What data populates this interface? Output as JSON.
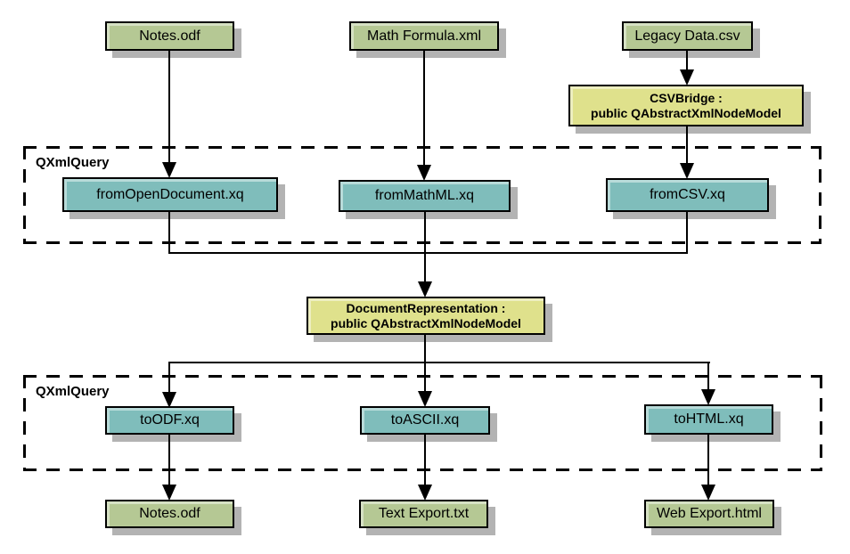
{
  "diagram": {
    "colors": {
      "file_fill": "#b5c894",
      "query_fill": "#7fbdbb",
      "class_fill": "#dfe18c",
      "shadow": "#b3b3b3",
      "line": "#000000",
      "text": "#000000",
      "background": "#ffffff"
    },
    "groups": [
      {
        "label": "QXmlQuery"
      },
      {
        "label": "QXmlQuery"
      }
    ],
    "nodes": {
      "notes_top": "Notes.odf",
      "math_formula": "Math Formula.xml",
      "legacy_data": "Legacy Data.csv",
      "csv_bridge_line1": "CSVBridge :",
      "csv_bridge_line2": "public QAbstractXmlNodeModel",
      "from_opendocument": "fromOpenDocument.xq",
      "from_mathml": "fromMathML.xq",
      "from_csv": "fromCSV.xq",
      "doc_rep_line1": "DocumentRepresentation :",
      "doc_rep_line2": "public QAbstractXmlNodeModel",
      "to_odf": "toODF.xq",
      "to_ascii": "toASCII.xq",
      "to_html": "toHTML.xq",
      "notes_bottom": "Notes.odf",
      "text_export": "Text Export.txt",
      "web_export": "Web Export.html"
    }
  }
}
